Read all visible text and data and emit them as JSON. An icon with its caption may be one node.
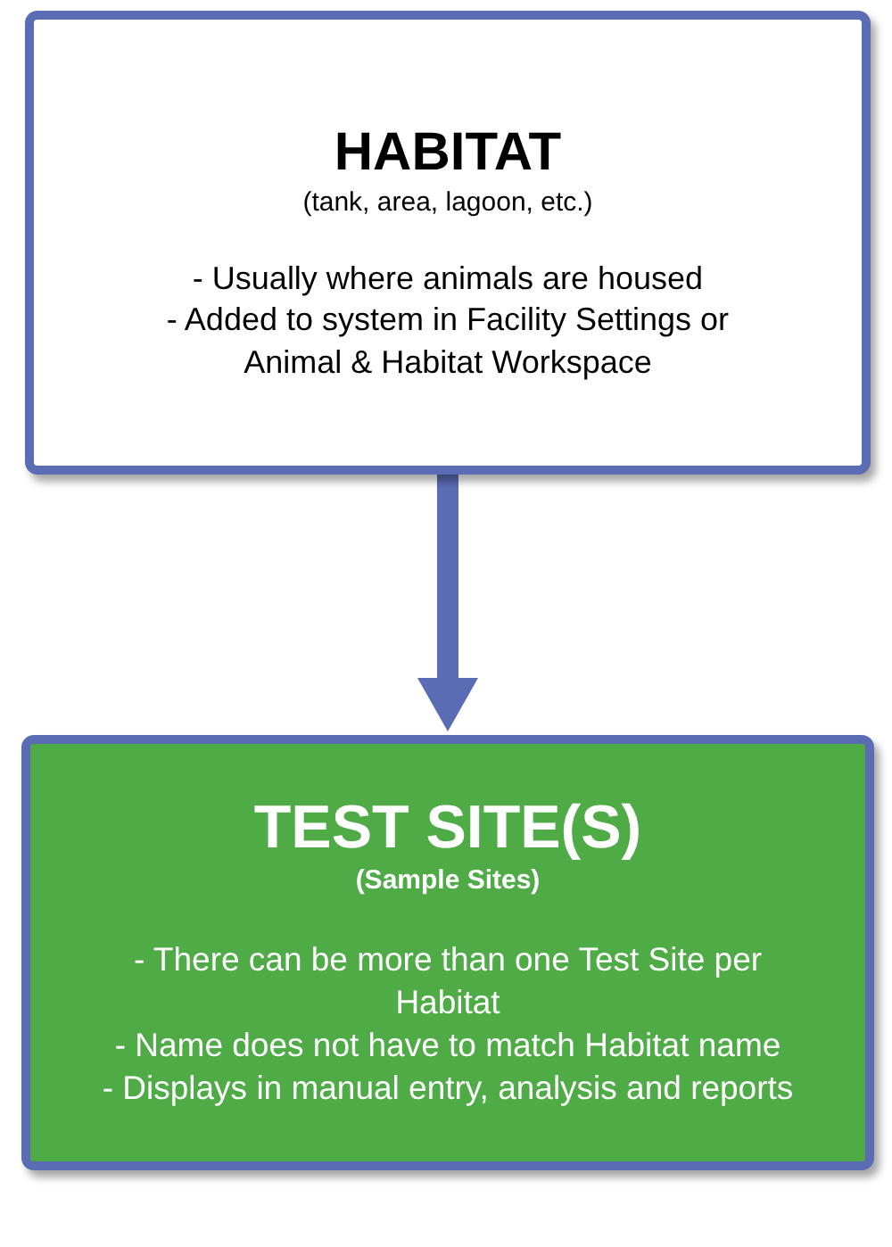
{
  "diagram": {
    "nodes": [
      {
        "text": [
          "HABITAT",
          "(tank, area, lagoon, etc.)",
          "- Usually where animals are housed",
          "- Added to system in Facility Settings or Animal & Habitat Workspace"
        ]
      },
      {
        "text": [
          "TEST SITE(S)",
          "(Sample Sites)",
          "- There can be more than one Test Site per Habitat",
          "- Name does not have to match Habitat name",
          "- Displays in manual entry, analysis and reports"
        ]
      }
    ],
    "edges": [
      {
        "from": 0,
        "to": 1,
        "arrow": "to"
      }
    ]
  }
}
